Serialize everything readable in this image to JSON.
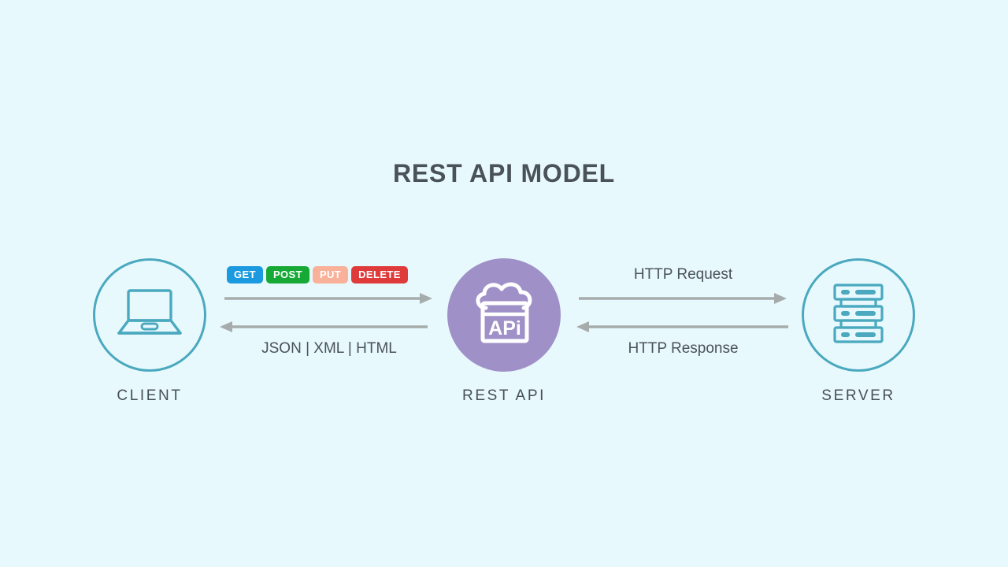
{
  "diagram": {
    "title": "REST API MODEL",
    "background_color": "#e8f9fd",
    "title_color": "#4a5259"
  },
  "nodes": [
    {
      "id": "client",
      "label": "CLIENT",
      "icon": "laptop-icon",
      "style": "circle-outline",
      "color": "#4aa9bf"
    },
    {
      "id": "rest-api",
      "label": "REST API",
      "icon": "api-cloud-icon",
      "style": "circle-filled",
      "color": "#9f90c7"
    },
    {
      "id": "server",
      "label": "SERVER",
      "icon": "server-rack-icon",
      "style": "circle-outline",
      "color": "#4aa9bf"
    }
  ],
  "methods": [
    {
      "label": "GET",
      "color": "#1b9ae0"
    },
    {
      "label": "POST",
      "color": "#16a936"
    },
    {
      "label": "PUT",
      "color": "#f9b199"
    },
    {
      "label": "DELETE",
      "color": "#df3b3b"
    }
  ],
  "edges": {
    "client_to_api": {
      "direction": "right",
      "caption": ""
    },
    "api_to_client": {
      "direction": "left",
      "caption": "JSON | XML | HTML"
    },
    "api_to_server": {
      "direction": "right",
      "caption": "HTTP Request"
    },
    "server_to_api": {
      "direction": "left",
      "caption": "HTTP Response"
    }
  },
  "arrow_color": "#a6acac"
}
